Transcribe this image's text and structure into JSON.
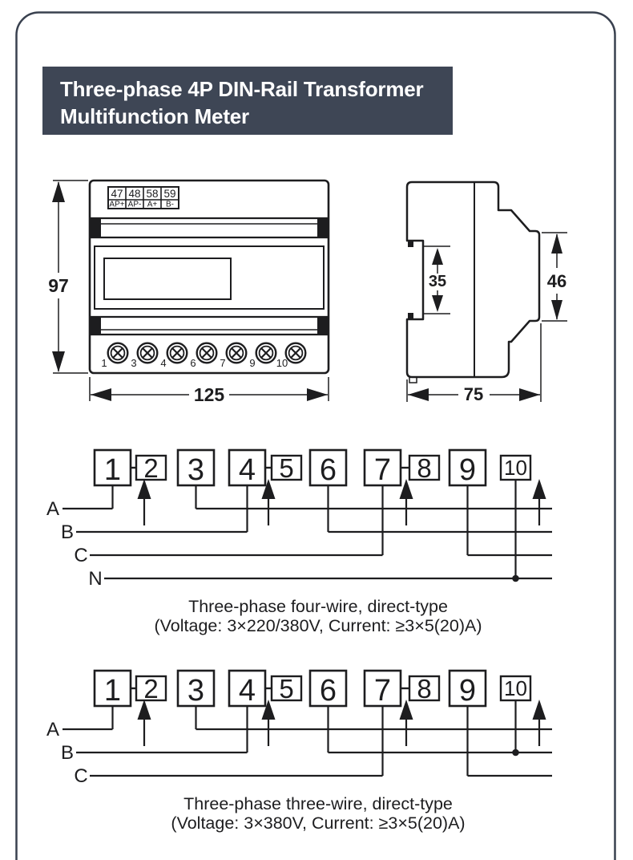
{
  "page": {
    "title_line1": "Three-phase 4P DIN-Rail Transformer",
    "title_line2": "Multifunction Meter",
    "banner_bg": "#3E4655",
    "frame_color": "#39414F",
    "ink": "#1D1D1F"
  },
  "front_view": {
    "height_dim": "97",
    "width_dim": "125",
    "terminal_table": {
      "top_row": [
        "47",
        "48",
        "58",
        "59"
      ],
      "bottom_row": [
        "AP+",
        "AP-",
        "A+",
        "B-"
      ]
    },
    "screw_labels": [
      "1",
      "3",
      "4",
      "6",
      "7",
      "9",
      "10"
    ]
  },
  "side_view": {
    "din_slot_dim": "35",
    "clip_height_dim": "46",
    "depth_dim": "75"
  },
  "wiring_diagrams": [
    {
      "terminals": [
        "1",
        "2",
        "3",
        "4",
        "5",
        "6",
        "7",
        "8",
        "9",
        "10"
      ],
      "phases": [
        "A",
        "B",
        "C",
        "N"
      ],
      "caption_line1": "Three-phase four-wire, direct-type",
      "caption_line2": "(Voltage: 3×220/380V, Current: ≥3×5(20)A)"
    },
    {
      "terminals": [
        "1",
        "2",
        "3",
        "4",
        "5",
        "6",
        "7",
        "8",
        "9",
        "10"
      ],
      "phases": [
        "A",
        "B",
        "C"
      ],
      "caption_line1": "Three-phase three-wire, direct-type",
      "caption_line2": "(Voltage: 3×380V, Current: ≥3×5(20)A)"
    }
  ]
}
